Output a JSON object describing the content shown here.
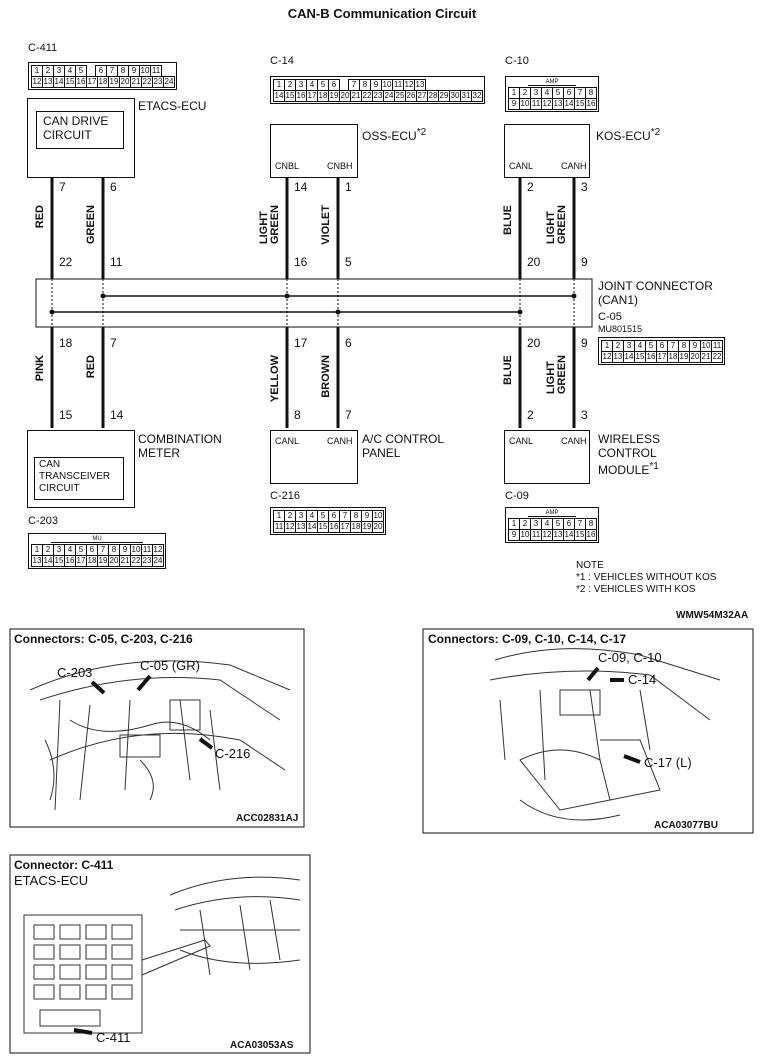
{
  "title": "CAN-B Communication Circuit",
  "connectors": {
    "c411": {
      "id": "C-411",
      "row1": [
        "1",
        "2",
        "3",
        "4",
        "5",
        "",
        "6",
        "7",
        "8",
        "9",
        "10",
        "11"
      ],
      "row2": [
        "12",
        "13",
        "14",
        "15",
        "16",
        "17",
        "18",
        "19",
        "20",
        "21",
        "22",
        "23",
        "24"
      ]
    },
    "c14": {
      "id": "C-14",
      "row1": [
        "1",
        "2",
        "3",
        "4",
        "5",
        "6",
        "",
        "7",
        "8",
        "9",
        "10",
        "11",
        "12",
        "13"
      ],
      "row2": [
        "14",
        "15",
        "16",
        "17",
        "18",
        "19",
        "20",
        "21",
        "22",
        "23",
        "24",
        "25",
        "26",
        "27",
        "28",
        "29",
        "30",
        "31",
        "32"
      ]
    },
    "c10": {
      "id": "C-10",
      "tag": "AMP",
      "row1": [
        "1",
        "2",
        "3",
        "4",
        "5",
        "6",
        "7",
        "8"
      ],
      "row2": [
        "9",
        "10",
        "11",
        "12",
        "13",
        "14",
        "15",
        "16"
      ]
    },
    "c05": {
      "id": "C-05",
      "part": "MU801515",
      "row1": [
        "1",
        "2",
        "3",
        "4",
        "5",
        "6",
        "7",
        "8",
        "9",
        "10",
        "11"
      ],
      "row2": [
        "12",
        "13",
        "14",
        "15",
        "16",
        "17",
        "18",
        "19",
        "20",
        "21",
        "22"
      ]
    },
    "c203": {
      "id": "C-203",
      "tag": "MU",
      "row1": [
        "1",
        "2",
        "3",
        "4",
        "5",
        "6",
        "7",
        "8",
        "9",
        "10",
        "11",
        "12"
      ],
      "row2": [
        "13",
        "14",
        "15",
        "16",
        "17",
        "18",
        "19",
        "20",
        "21",
        "22",
        "23",
        "24"
      ]
    },
    "c216": {
      "id": "C-216",
      "row1": [
        "1",
        "2",
        "3",
        "4",
        "5",
        "6",
        "7",
        "8",
        "9",
        "10"
      ],
      "row2": [
        "11",
        "12",
        "13",
        "14",
        "15",
        "16",
        "17",
        "18",
        "19",
        "20"
      ]
    },
    "c09": {
      "id": "C-09",
      "tag": "AMP",
      "row1": [
        "1",
        "2",
        "3",
        "4",
        "5",
        "6",
        "7",
        "8"
      ],
      "row2": [
        "9",
        "10",
        "11",
        "12",
        "13",
        "14",
        "15",
        "16"
      ]
    }
  },
  "components": {
    "etacs": "ETACS-ECU",
    "can_drive": "CAN DRIVE\nCIRCUIT",
    "oss": "OSS-ECU",
    "kos": "KOS-ECU",
    "star2": "*2",
    "joint": "JOINT CONNECTOR\n(CAN1)",
    "combo": "COMBINATION\nMETER",
    "can_trans": "CAN\nTRANSCEIVER\nCIRCUIT",
    "ac": "A/C CONTROL\nPANEL",
    "wireless": "WIRELESS\nCONTROL\nMODULE",
    "star1": "*1"
  },
  "terminals": {
    "cnbl": "CNBL",
    "cnbh": "CNBH",
    "canl": "CANL",
    "canh": "CANH"
  },
  "wires_top": [
    {
      "top": "7",
      "bottom": "22",
      "color": "RED"
    },
    {
      "top": "6",
      "bottom": "11",
      "color": "GREEN"
    },
    {
      "top": "14",
      "bottom": "16",
      "color": "LIGHT\nGREEN"
    },
    {
      "top": "1",
      "bottom": "5",
      "color": "VIOLET"
    },
    {
      "top": "2",
      "bottom": "20",
      "color": "BLUE"
    },
    {
      "top": "3",
      "bottom": "9",
      "color": "LIGHT\nGREEN"
    }
  ],
  "wires_bottom": [
    {
      "top": "18",
      "bottom": "15",
      "color": "PINK"
    },
    {
      "top": "7",
      "bottom": "14",
      "color": "RED"
    },
    {
      "top": "17",
      "bottom": "8",
      "color": "YELLOW"
    },
    {
      "top": "6",
      "bottom": "7",
      "color": "BROWN"
    },
    {
      "top": "20",
      "bottom": "2",
      "color": "BLUE"
    },
    {
      "top": "9",
      "bottom": "3",
      "color": "LIGHT\nGREEN"
    }
  ],
  "note": {
    "title": "NOTE",
    "n1": "*1 : VEHICLES WITHOUT KOS",
    "n2": "*2 : VEHICLES WITH KOS"
  },
  "diagram_code": "WMW54M32AA",
  "panels": {
    "p1": {
      "title": "Connectors: C-05, C-203, C-216",
      "c203": "C-203",
      "c05": "C-05 (GR)",
      "c216": "C-216",
      "code": "ACC02831AJ"
    },
    "p2": {
      "title": "Connectors: C-09, C-10, C-14, C-17",
      "c0910": "C-09, C-10",
      "c14": "C-14",
      "c17": "C-17 (L)",
      "code": "ACA03077BU"
    },
    "p3": {
      "title": "Connector: C-411",
      "sub": "ETACS-ECU",
      "c411": "C-411",
      "code": "ACA03053AS"
    }
  }
}
